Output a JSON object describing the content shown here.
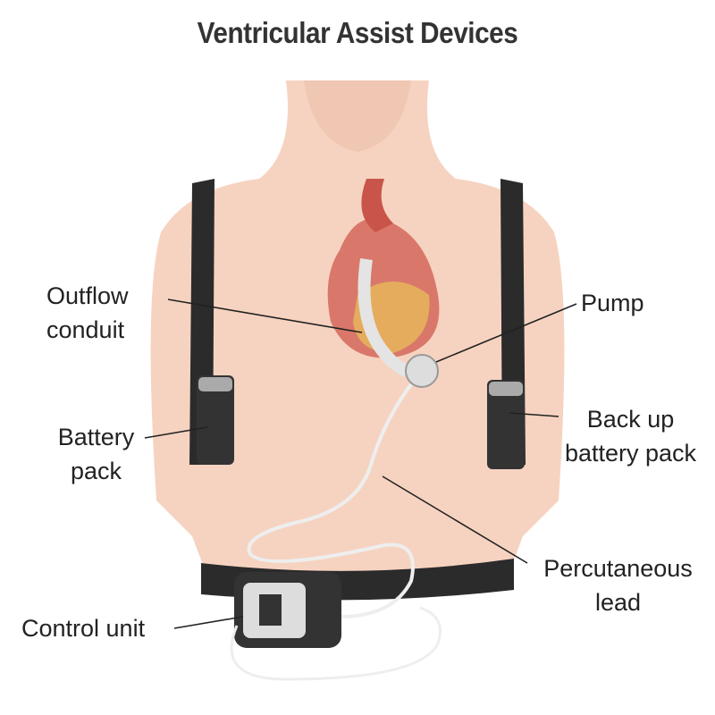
{
  "title": "Ventricular Assist Devices",
  "labels": {
    "outflow_conduit": [
      "Outflow",
      "conduit"
    ],
    "pump": "Pump",
    "battery_pack": [
      "Battery",
      "pack"
    ],
    "backup_battery_pack": [
      "Back up",
      "battery pack"
    ],
    "percutaneous_lead": [
      "Percutaneous",
      "lead"
    ],
    "control_unit": "Control unit"
  },
  "colors": {
    "skin": "#f6d3c0",
    "strap": "#2b2b2b",
    "heart": "#d9786a",
    "label_text": "#222222"
  }
}
